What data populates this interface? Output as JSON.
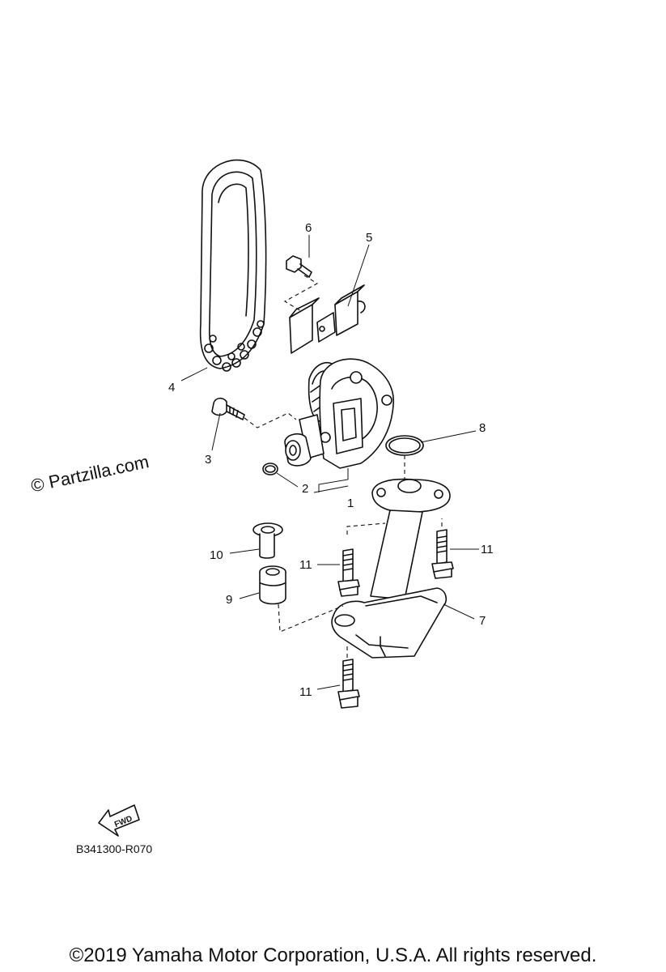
{
  "callouts": {
    "c1": "1",
    "c2": "2",
    "c3": "3",
    "c4": "4",
    "c5": "5",
    "c6": "6",
    "c7": "7",
    "c8": "8",
    "c9": "9",
    "c10": "10",
    "c11a": "11",
    "c11b": "11",
    "c11c": "11"
  },
  "fwd_label": "FWD",
  "reference_code": "B341300-R070",
  "watermark": "© Partzilla.com",
  "footer": "©2019 Yamaha Motor Corporation, U.S.A. All rights reserved."
}
